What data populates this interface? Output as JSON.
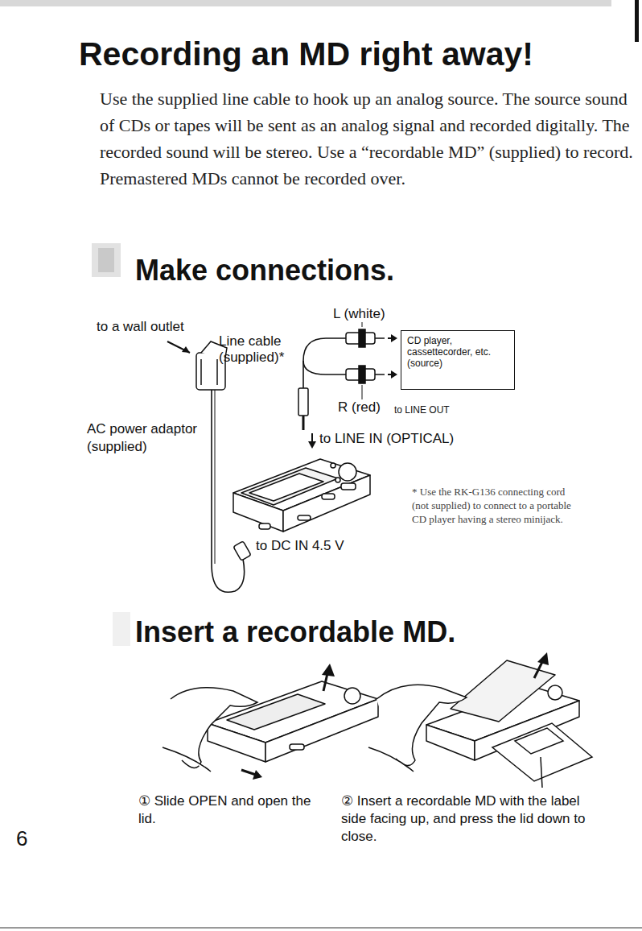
{
  "diagram": {
    "title": "Recording an MD right away!",
    "nodes": [
      {
        "text": [
          "CD player, cassettecorder, etc. (source)"
        ]
      }
    ],
    "labels": [
      "Use the supplied line cable to hook up an analog source. The source sound of CDs or tapes will be sent as an analog signal and recorded digitally. The recorded sound will be stereo. Use a “recordable MD” (supplied) to record. Premastered MDs cannot be recorded over.",
      "Make connections.",
      "to a wall outlet",
      "Line cable (supplied)*",
      "L (white)",
      "R (red)",
      "to LINE OUT",
      "AC power adaptor (supplied)",
      "to LINE IN (OPTICAL)",
      "* Use the RK-G136 connecting cord (not supplied) to connect to a portable CD player having a stereo minijack.",
      "to DC IN 4.5 V",
      "Insert a recordable MD.",
      "① Slide OPEN and open the lid.",
      "② Insert a recordable MD with the label side facing up, and press the lid down to close.",
      "6"
    ]
  }
}
